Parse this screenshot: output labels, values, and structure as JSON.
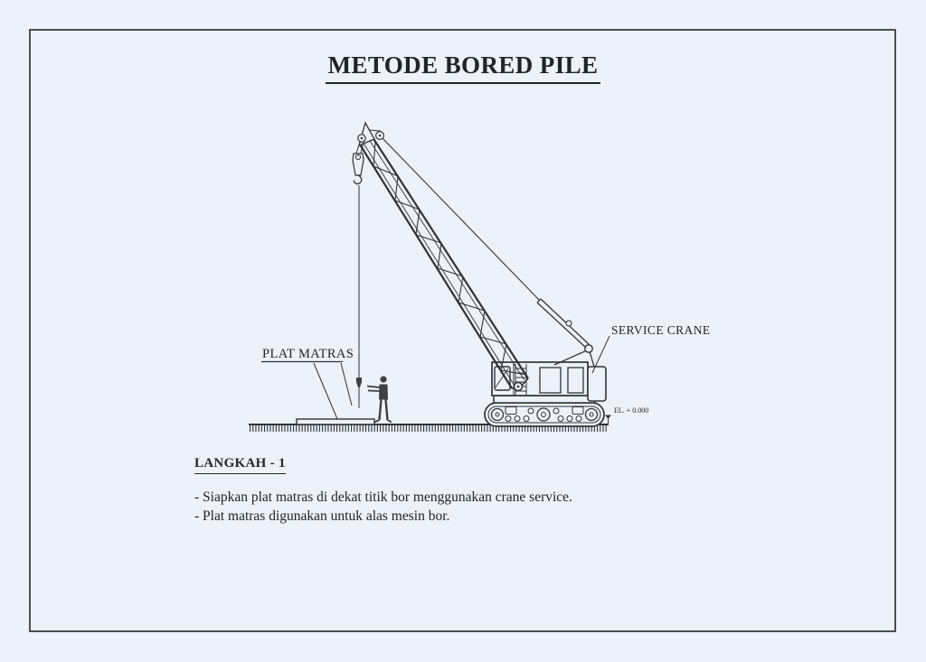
{
  "page": {
    "title": "METODE BORED PILE"
  },
  "diagram": {
    "labels": {
      "plat_matras": "PLAT MATRAS",
      "service_crane": "SERVICE CRANE",
      "elevation": "EL. + 0.000"
    }
  },
  "steps": {
    "heading": "LANGKAH - 1",
    "items": [
      "- Siapkan plat matras di dekat titik bor menggunakan crane service.",
      "- Plat matras digunakan untuk alas mesin bor."
    ]
  },
  "colors": {
    "background": "#edf1f9",
    "line": "#2f343c",
    "text": "#20242b",
    "border": "#4a4e55",
    "figure": "#3c4149"
  }
}
